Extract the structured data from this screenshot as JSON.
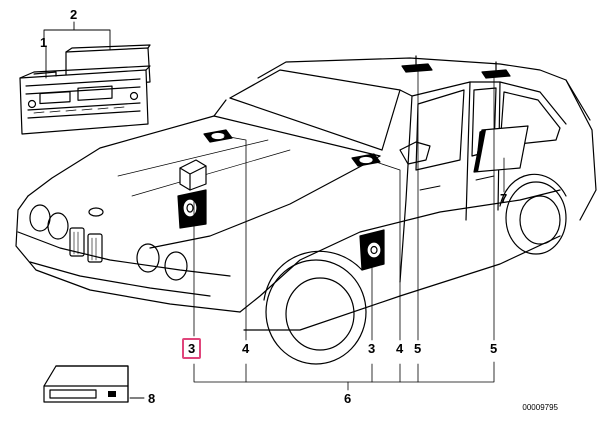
{
  "callouts": {
    "c1": "1",
    "c2": "2",
    "c3_left": "3",
    "c3_right": "3",
    "c4_left": "4",
    "c4_right": "4",
    "c5_mid": "5",
    "c5_right": "5",
    "c6": "6",
    "c7": "7",
    "c8": "8"
  },
  "reference_code": "00009795",
  "highlight_color": "#e0457b",
  "selected_callout": "3"
}
